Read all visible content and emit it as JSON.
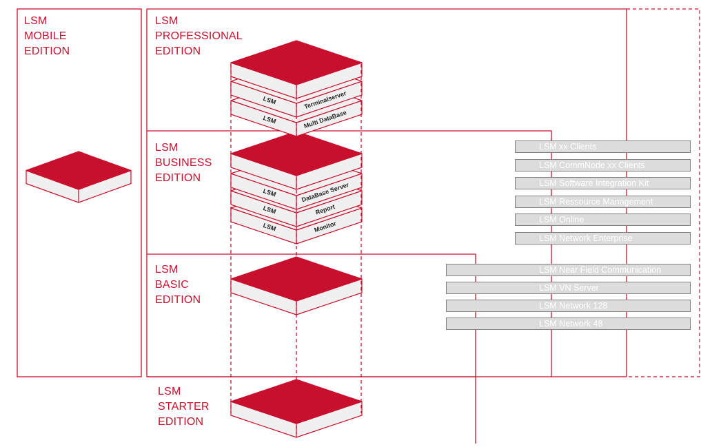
{
  "colors": {
    "brand_red": "#c8102e",
    "feature_bg": "#dcdcdc",
    "feature_border": "#7f7f7f",
    "slab_side": "#f0f0f0"
  },
  "editions": {
    "mobile": [
      "LSM",
      "MOBILE",
      "EDITION"
    ],
    "professional": [
      "LSM",
      "PROFESSIONAL",
      "EDITION"
    ],
    "business": [
      "LSM",
      "BUSINESS",
      "EDITION"
    ],
    "basic": [
      "LSM",
      "BASIC",
      "EDITION"
    ],
    "starter": [
      "LSM",
      "STARTER",
      "EDITION"
    ]
  },
  "modules": {
    "prefix": "LSM",
    "professional": [
      "Terminalserver",
      "Multi DataBase"
    ],
    "business": [
      "DataBase Server",
      "Report",
      "Monitor"
    ]
  },
  "features_upper": [
    "LSM xx Clients",
    "LSM CommNode xx Clients",
    "LSM Software Integration Kit",
    "LSM Ressource Management",
    "LSM Online",
    "LSM Network Enterprise"
  ],
  "features_lower": [
    "LSM Near Field Communication",
    "LSM VN Server",
    "LSM Network 128",
    "LSM Network 48"
  ]
}
